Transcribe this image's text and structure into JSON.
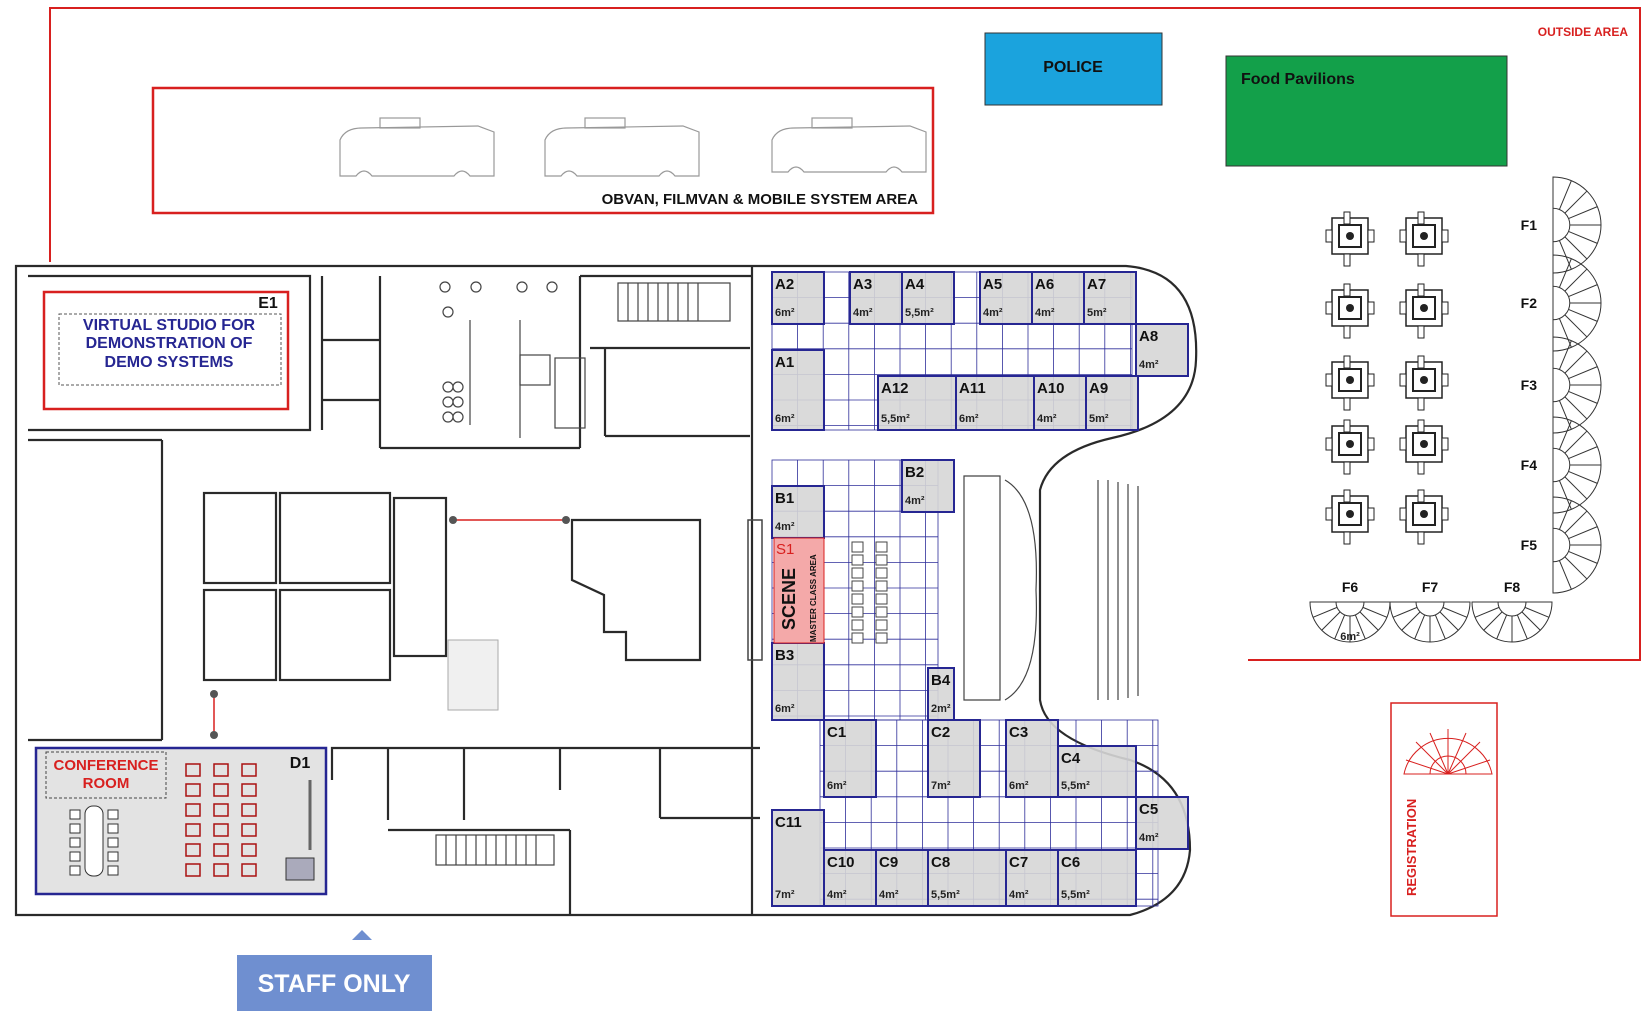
{
  "labels": {
    "outside": "OUTSIDE AREA",
    "police": "POLICE",
    "food": "Food Pavilions",
    "obvan": "OBVAN, FILMVAN & MOBILE SYSTEM AREA",
    "virtual_line1": "VIRTUAL STUDIO FOR",
    "virtual_line2": "DEMONSTRATION OF",
    "virtual_line3": "DEMO SYSTEMS",
    "e1": "E1",
    "conf_line1": "CONFERENCE",
    "conf_line2": "ROOM",
    "d1": "D1",
    "staff": "STAFF ONLY",
    "registration": "REGISTRATION",
    "scene": "SCENE",
    "master": "MASTER CLASS AREA",
    "s1": "S1"
  },
  "booths": {
    "A2": {
      "code": "A2",
      "area": "6m²"
    },
    "A3": {
      "code": "A3",
      "area": "4m²"
    },
    "A4": {
      "code": "A4",
      "area": "5,5m²"
    },
    "A5": {
      "code": "A5",
      "area": "4m²"
    },
    "A6": {
      "code": "A6",
      "area": "4m²"
    },
    "A7": {
      "code": "A7",
      "area": "5m²"
    },
    "A8": {
      "code": "A8",
      "area": "4m²"
    },
    "A1": {
      "code": "A1",
      "area": "6m²"
    },
    "A12": {
      "code": "A12",
      "area": "5,5m²"
    },
    "A11": {
      "code": "A11",
      "area": "6m²"
    },
    "A10": {
      "code": "A10",
      "area": "4m²"
    },
    "A9": {
      "code": "A9",
      "area": "5m²"
    },
    "B1": {
      "code": "B1",
      "area": "4m²"
    },
    "B2": {
      "code": "B2",
      "area": "4m²"
    },
    "B3": {
      "code": "B3",
      "area": "6m²"
    },
    "B4": {
      "code": "B4",
      "area": "2m²"
    },
    "C1": {
      "code": "C1",
      "area": "6m²"
    },
    "C2": {
      "code": "C2",
      "area": "7m²"
    },
    "C3": {
      "code": "C3",
      "area": "6m²"
    },
    "C4": {
      "code": "C4",
      "area": "5,5m²"
    },
    "C5": {
      "code": "C5",
      "area": "4m²"
    },
    "C6": {
      "code": "C6",
      "area": "5,5m²"
    },
    "C7": {
      "code": "C7",
      "area": "4m²"
    },
    "C8": {
      "code": "C8",
      "area": "5,5m²"
    },
    "C9": {
      "code": "C9",
      "area": "4m²"
    },
    "C10": {
      "code": "C10",
      "area": "4m²"
    },
    "C11": {
      "code": "C11",
      "area": "7m²"
    }
  },
  "fbooths": {
    "F1": "F1",
    "F2": "F2",
    "F3": "F3",
    "F4": "F4",
    "F5": "F5",
    "F6": "F6",
    "F7": "F7",
    "F8": "F8",
    "F6_area": "6m²"
  },
  "colors": {
    "outline_red": "#d8201f",
    "booth_navy": "#262692",
    "police_blue": "#1ba3dd",
    "food_green": "#13a04a",
    "staff_blue": "#6f8fd0",
    "scene_pink": "#f4a9a9",
    "booth_fill": "#d6d6d6"
  }
}
